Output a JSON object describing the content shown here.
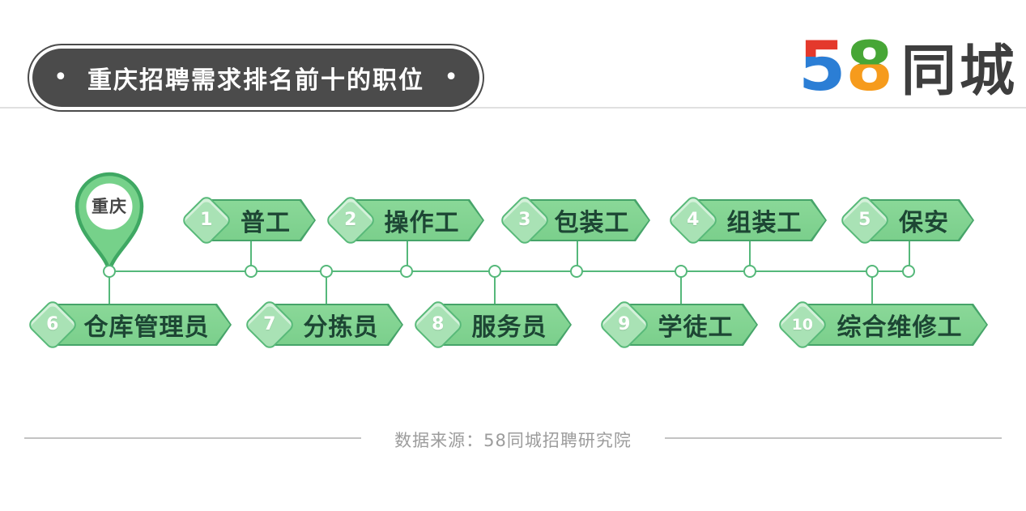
{
  "header": {
    "title": "重庆招聘需求排名前十的职位",
    "dot": "•"
  },
  "logo": {
    "digit_5": "5",
    "digit_8": "8",
    "name": "同城",
    "colors": {
      "red": "#e4392c",
      "blue": "#2b7ed5",
      "green": "#47a636",
      "orange": "#f69b1c",
      "dark": "#3e3e3e"
    }
  },
  "pin": {
    "label": "重庆"
  },
  "items": [
    {
      "rank": "1",
      "label": "普工"
    },
    {
      "rank": "2",
      "label": "操作工"
    },
    {
      "rank": "3",
      "label": "包装工"
    },
    {
      "rank": "4",
      "label": "组装工"
    },
    {
      "rank": "5",
      "label": "保安"
    },
    {
      "rank": "6",
      "label": "仓库管理员"
    },
    {
      "rank": "7",
      "label": "分拣员"
    },
    {
      "rank": "8",
      "label": "服务员"
    },
    {
      "rank": "9",
      "label": "学徒工"
    },
    {
      "rank": "10",
      "label": "综合维修工"
    }
  ],
  "footer": {
    "source": "数据来源：58同城招聘研究院"
  },
  "colors": {
    "banner_fill": "#7fd28f",
    "banner_border": "#46a469",
    "diamond_fill": "#a9e2b5",
    "timeline_green": "#55b87a",
    "banner_text": "#1d4634",
    "title_bg": "#4b4b4b",
    "footer_text": "#9c9c9c"
  }
}
